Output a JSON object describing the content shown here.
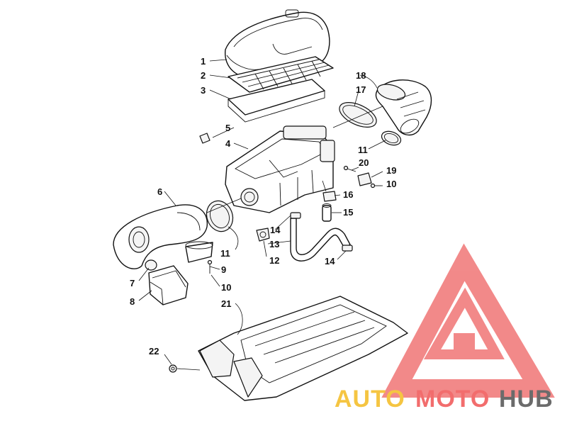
{
  "diagram": {
    "callouts": [
      {
        "id": "c1",
        "label": "1"
      },
      {
        "id": "c2",
        "label": "2"
      },
      {
        "id": "c3",
        "label": "3"
      },
      {
        "id": "c4",
        "label": "4"
      },
      {
        "id": "c5",
        "label": "5"
      },
      {
        "id": "c6",
        "label": "6"
      },
      {
        "id": "c7",
        "label": "7"
      },
      {
        "id": "c8",
        "label": "8"
      },
      {
        "id": "c9",
        "label": "9"
      },
      {
        "id": "c10a",
        "label": "10"
      },
      {
        "id": "c10b",
        "label": "10"
      },
      {
        "id": "c11a",
        "label": "11"
      },
      {
        "id": "c11b",
        "label": "11"
      },
      {
        "id": "c12",
        "label": "12"
      },
      {
        "id": "c13",
        "label": "13"
      },
      {
        "id": "c14a",
        "label": "14"
      },
      {
        "id": "c14b",
        "label": "14"
      },
      {
        "id": "c15",
        "label": "15"
      },
      {
        "id": "c16",
        "label": "16"
      },
      {
        "id": "c17",
        "label": "17"
      },
      {
        "id": "c18",
        "label": "18"
      },
      {
        "id": "c19",
        "label": "19"
      },
      {
        "id": "c20",
        "label": "20"
      },
      {
        "id": "c21",
        "label": "21"
      },
      {
        "id": "c22",
        "label": "22"
      }
    ]
  },
  "watermark": {
    "part1": "AUTO",
    "part2": "MOTO",
    "part3": "HUB",
    "colors": {
      "auto": "#f5c542",
      "moto": "#f26d6d",
      "hub": "#6b6b6b",
      "logo": "#f07575"
    }
  }
}
